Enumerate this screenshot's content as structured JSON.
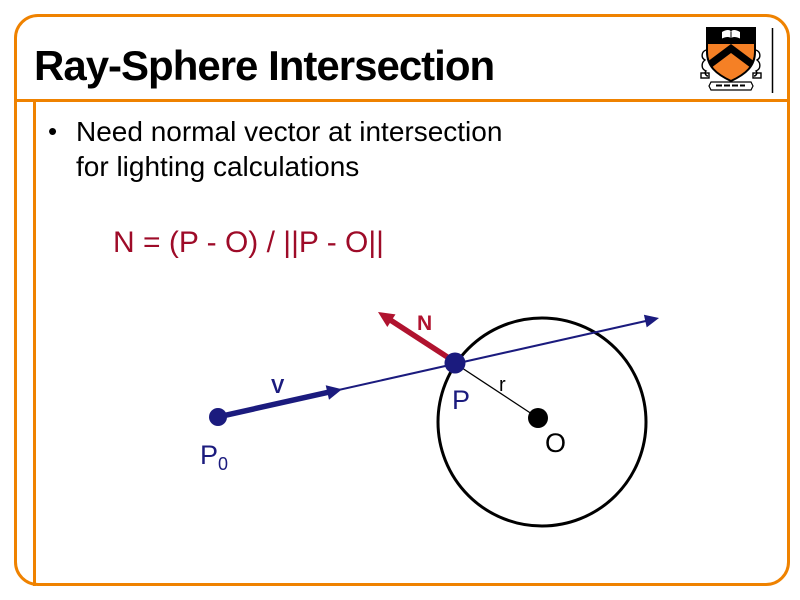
{
  "slide": {
    "title": "Ray-Sphere Intersection",
    "bullet": {
      "marker": "•",
      "line1": "Need normal vector at intersection",
      "line2": "for lighting calculations"
    },
    "formula": "N = (P - O) / ||P - O||"
  },
  "diagram": {
    "labels": {
      "normal": "N",
      "direction": "V",
      "intersection": "P",
      "ray_origin_main": "P",
      "ray_origin_sub": "0",
      "radius": "r",
      "sphere_center": "O"
    },
    "elements": {
      "sphere": "circle outline, center O, radius r",
      "ray": "from P0 through P exiting sphere, arrow to upper right",
      "normal_vector": "red arrow at P pointing away from O",
      "direction_vector": "thick navy arrow V from P0 along ray"
    }
  },
  "logo": {
    "name": "princeton-university-shield"
  },
  "colors": {
    "frame_orange": "#EF8200",
    "navy": "#1B1B7E",
    "normal_crimson": "#B0132F",
    "formula_red": "#9E0B28",
    "black": "#000000",
    "background": "#FFFFFF"
  }
}
